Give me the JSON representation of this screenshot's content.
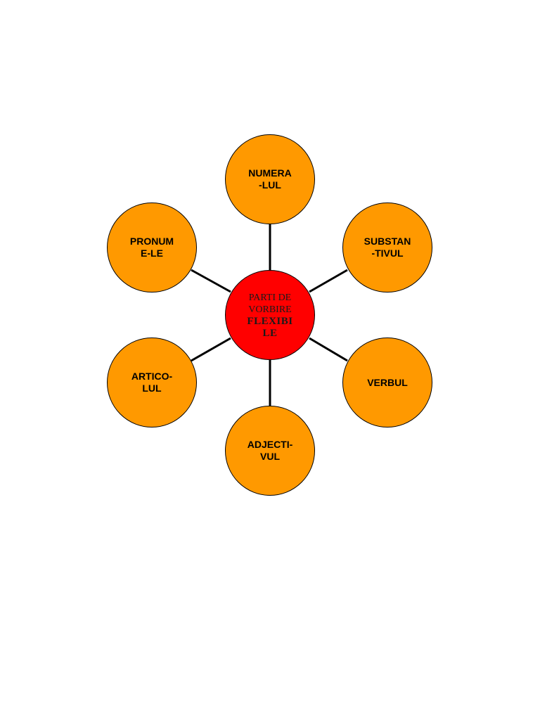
{
  "colors": {
    "center_fill": "#ff0000",
    "outer_fill": "#ff9900",
    "stroke": "#000000"
  },
  "center": {
    "line1": "PARTI DE",
    "line2": "VORBIRE",
    "line3": "FLEXIBI",
    "line4": "LE"
  },
  "nodes": {
    "numeralul": {
      "line1": "NUMERA",
      "line2": "-LUL"
    },
    "substantivul": {
      "line1": "SUBSTAN",
      "line2": "-TIVUL"
    },
    "verbul": {
      "line1": "VERBUL",
      "line2": ""
    },
    "adjectivul": {
      "line1": "ADJECTI-",
      "line2": "VUL"
    },
    "articolul": {
      "line1": "ARTICO-",
      "line2": "LUL"
    },
    "pronumele": {
      "line1": "PRONUM",
      "line2": "E-LE"
    }
  }
}
